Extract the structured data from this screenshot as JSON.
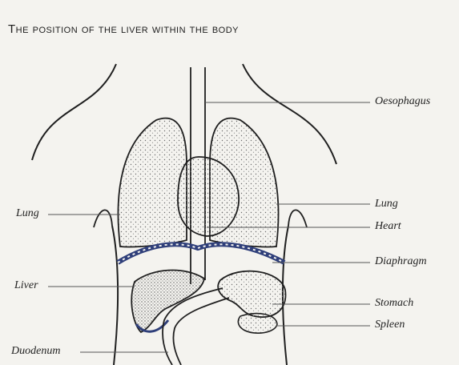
{
  "title": "The position of the liver within the body",
  "labels": {
    "oesophagus": "Oesophagus",
    "lung_left": "Lung",
    "lung_right": "Lung",
    "heart": "Heart",
    "diaphragm": "Diaphragm",
    "liver": "Liver",
    "stomach": "Stomach",
    "spleen": "Spleen",
    "duodenum": "Duodenum"
  },
  "colors": {
    "line": "#1f1f1f",
    "band": "#2f3f7a",
    "background": "#f4f3ef"
  }
}
